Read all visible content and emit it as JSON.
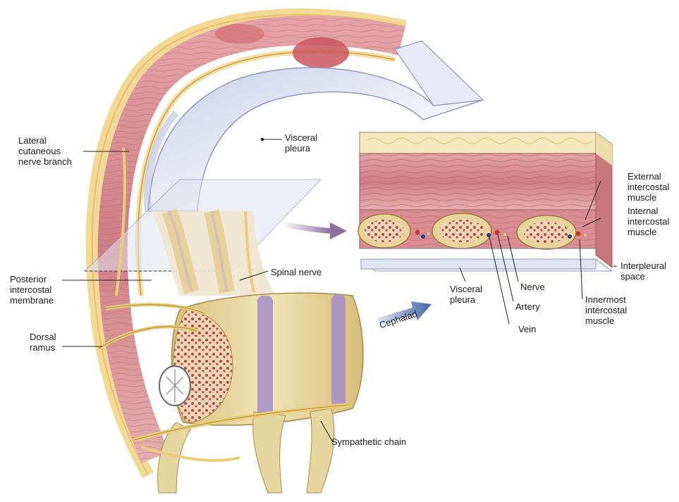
{
  "labels": {
    "lateral_cutaneous": "Lateral\ncutaneous\nnerve branch",
    "visceral_pleura_top": "Visceral\npleura",
    "posterior_intercostal": "Posterior\nintercostal\nmembrane",
    "spinal_nerve": "Spinal nerve",
    "dorsal_ramus": "Dorsal\nramus",
    "sympathetic_chain": "Sympathetic chain",
    "cephalad": "Cephalad",
    "visceral_pleura_inset": "Visceral\npleura",
    "external_intercostal": "External\nintercostal\nmuscle",
    "internal_intercostal": "Internal\nintercostal\nmuscle",
    "interpleural_space": "Interpleural\nspace",
    "nerve": "Nerve",
    "artery": "Artery",
    "vein": "Vein",
    "innermost_intercostal": "Innermost\nintercostal\nmuscle"
  },
  "colors": {
    "muscle": "#c96a73",
    "muscle_light": "#e3a7ab",
    "pleura": "#dfe3f2",
    "pleura_edge": "#9aa2c6",
    "bone": "#eadba6",
    "bone_dark": "#b98f4f",
    "marrow": "#b54b3d",
    "nerve": "#e9cd7a",
    "fat": "#f6e8bf",
    "disc": "#a791c6",
    "arrow_blue": "#3f63a8",
    "arrow_purple": "#8d6f9b"
  }
}
